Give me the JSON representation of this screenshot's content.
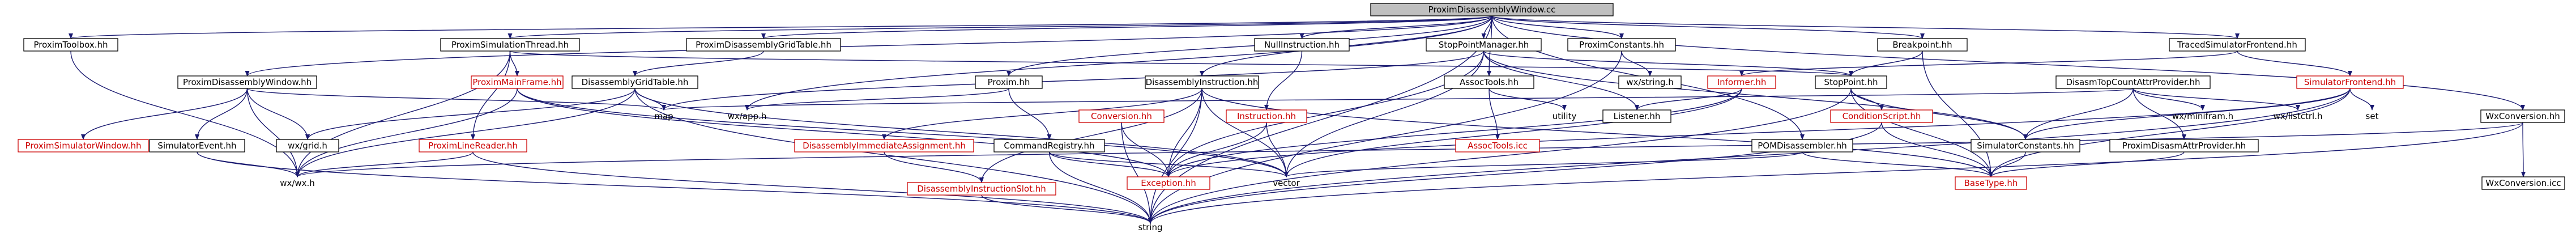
{
  "diagram": {
    "type": "include-dependency-graph",
    "root": "ProximDisassemblyWindow.cc",
    "colors": {
      "edge": "#191970",
      "root_fill": "#bfbfbf",
      "node_fill": "#ffffff",
      "node_border": "#000000",
      "missing_file_border": "#cc0000",
      "missing_file_text": "#cc0000"
    },
    "nodes": [
      {
        "id": "root",
        "label": "ProximDisassemblyWindow.cc",
        "root": true
      },
      {
        "id": "pt",
        "label": "ProximToolbox.hh"
      },
      {
        "id": "pdw",
        "label": "ProximDisassemblyWindow.hh"
      },
      {
        "id": "pst",
        "label": "ProximSimulationThread.hh"
      },
      {
        "id": "pdgt",
        "label": "ProximDisassemblyGridTable.hh"
      },
      {
        "id": "ni",
        "label": "NullInstruction.hh"
      },
      {
        "id": "spm",
        "label": "StopPointManager.hh"
      },
      {
        "id": "pc",
        "label": "ProximConstants.hh"
      },
      {
        "id": "bp",
        "label": "Breakpoint.hh"
      },
      {
        "id": "tsf",
        "label": "TracedSimulatorFrontend.hh"
      },
      {
        "id": "psw",
        "label": "ProximSimulatorWindow.hh",
        "missing": true
      },
      {
        "id": "se",
        "label": "SimulatorEvent.hh"
      },
      {
        "id": "pmf",
        "label": "ProximMainFrame.hh",
        "missing": true
      },
      {
        "id": "plr",
        "label": "ProximLineReader.hh",
        "missing": true
      },
      {
        "id": "dgt",
        "label": "DisassemblyGridTable.hh"
      },
      {
        "id": "wxgrid",
        "label": "wx/grid.h"
      },
      {
        "id": "proxim",
        "label": "Proxim.hh"
      },
      {
        "id": "dia",
        "label": "DisassemblyImmediateAssignment.hh",
        "missing": true
      },
      {
        "id": "cr",
        "label": "CommandRegistry.hh"
      },
      {
        "id": "conv",
        "label": "Conversion.hh",
        "missing": true
      },
      {
        "id": "di",
        "label": "DisassemblyInstruction.hh"
      },
      {
        "id": "instr",
        "label": "Instruction.hh",
        "missing": true
      },
      {
        "id": "at",
        "label": "AssocTools.hh"
      },
      {
        "id": "atic",
        "label": "AssocTools.icc",
        "missing": true
      },
      {
        "id": "inf",
        "label": "Informer.hh",
        "missing": true
      },
      {
        "id": "pomd",
        "label": "POMDisassembler.hh"
      },
      {
        "id": "wxstring",
        "label": "wx/string.h"
      },
      {
        "id": "sp",
        "label": "StopPoint.hh"
      },
      {
        "id": "cs",
        "label": "ConditionScript.hh",
        "missing": true
      },
      {
        "id": "dtcap",
        "label": "DisasmTopCountAttrProvider.hh"
      },
      {
        "id": "pdap",
        "label": "ProximDisasmAttrProvider.hh"
      },
      {
        "id": "sf",
        "label": "SimulatorFrontend.hh",
        "missing": true
      },
      {
        "id": "sc",
        "label": "SimulatorConstants.hh"
      },
      {
        "id": "wxc",
        "label": "WxConversion.hh"
      },
      {
        "id": "wxcicc",
        "label": "WxConversion.icc"
      },
      {
        "id": "map",
        "label": "map",
        "plain": true
      },
      {
        "id": "wxapp",
        "label": "wx/app.h",
        "plain": true
      },
      {
        "id": "utility",
        "label": "utility",
        "plain": true
      },
      {
        "id": "listener",
        "label": "Listener.hh"
      },
      {
        "id": "wxminifram",
        "label": "wx/minifram.h",
        "plain": true
      },
      {
        "id": "wxlistctrl",
        "label": "wx/listctrl.h",
        "plain": true
      },
      {
        "id": "set",
        "label": "set",
        "plain": true
      },
      {
        "id": "dig",
        "label": "DisassemblyInstructionSlot.hh",
        "missing": true
      },
      {
        "id": "wxwx",
        "label": "wx/wx.h",
        "plain": true
      },
      {
        "id": "exc",
        "label": "Exception.hh",
        "missing": true
      },
      {
        "id": "vector",
        "label": "vector",
        "plain": true
      },
      {
        "id": "basetype",
        "label": "BaseType.hh",
        "missing": true
      },
      {
        "id": "string",
        "label": "string",
        "plain": true
      }
    ],
    "edges": [
      [
        "root",
        "pt"
      ],
      [
        "root",
        "pdw"
      ],
      [
        "root",
        "pst"
      ],
      [
        "root",
        "pdgt"
      ],
      [
        "root",
        "ni"
      ],
      [
        "root",
        "spm"
      ],
      [
        "root",
        "pc"
      ],
      [
        "root",
        "bp"
      ],
      [
        "root",
        "tsf"
      ],
      [
        "root",
        "proxim"
      ],
      [
        "root",
        "di"
      ],
      [
        "root",
        "at"
      ],
      [
        "root",
        "pomd"
      ],
      [
        "root",
        "wxc"
      ],
      [
        "root",
        "string"
      ],
      [
        "root",
        "wxapp"
      ],
      [
        "pt",
        "wxwx"
      ],
      [
        "pdw",
        "psw"
      ],
      [
        "pdw",
        "se"
      ],
      [
        "pdw",
        "wxgrid"
      ],
      [
        "pdw",
        "map"
      ],
      [
        "pdw",
        "wxwx"
      ],
      [
        "pst",
        "pmf"
      ],
      [
        "pst",
        "plr"
      ],
      [
        "pst",
        "wxwx"
      ],
      [
        "pst",
        "sp"
      ],
      [
        "pdgt",
        "dgt"
      ],
      [
        "pmf",
        "wxwx"
      ],
      [
        "pmf",
        "exc"
      ],
      [
        "pmf",
        "vector"
      ],
      [
        "plr",
        "wxwx"
      ],
      [
        "plr",
        "string"
      ],
      [
        "dgt",
        "wxwx"
      ],
      [
        "dgt",
        "map"
      ],
      [
        "dgt",
        "wxgrid"
      ],
      [
        "dgt",
        "string"
      ],
      [
        "dgt",
        "vector"
      ],
      [
        "se",
        "wxwx"
      ],
      [
        "se",
        "string"
      ],
      [
        "ni",
        "instr"
      ],
      [
        "proxim",
        "wxapp"
      ],
      [
        "proxim",
        "cr"
      ],
      [
        "cr",
        "exc"
      ],
      [
        "cr",
        "string"
      ],
      [
        "cr",
        "vector"
      ],
      [
        "di",
        "dia"
      ],
      [
        "di",
        "dig"
      ],
      [
        "di",
        "exc"
      ],
      [
        "di",
        "vector"
      ],
      [
        "di",
        "basetype"
      ],
      [
        "di",
        "string"
      ],
      [
        "dia",
        "dig"
      ],
      [
        "dig",
        "string"
      ],
      [
        "conv",
        "exc"
      ],
      [
        "conv",
        "string"
      ],
      [
        "instr",
        "exc"
      ],
      [
        "instr",
        "vector"
      ],
      [
        "spm",
        "sp"
      ],
      [
        "spm",
        "listener"
      ],
      [
        "spm",
        "map"
      ],
      [
        "spm",
        "vector"
      ],
      [
        "spm",
        "exc"
      ],
      [
        "spm",
        "sc"
      ],
      [
        "at",
        "atic"
      ],
      [
        "at",
        "utility"
      ],
      [
        "inf",
        "listener"
      ],
      [
        "inf",
        "exc"
      ],
      [
        "inf",
        "vector"
      ],
      [
        "pc",
        "wxstring"
      ],
      [
        "pc",
        "string"
      ],
      [
        "bp",
        "sp"
      ],
      [
        "bp",
        "basetype"
      ],
      [
        "sp",
        "cs"
      ],
      [
        "sp",
        "basetype"
      ],
      [
        "sp",
        "sc"
      ],
      [
        "sp",
        "string"
      ],
      [
        "cs",
        "basetype"
      ],
      [
        "cs",
        "string"
      ],
      [
        "tsf",
        "sf"
      ],
      [
        "tsf",
        "inf"
      ],
      [
        "sf",
        "sc"
      ],
      [
        "sf",
        "basetype"
      ],
      [
        "sf",
        "set"
      ],
      [
        "sf",
        "exc"
      ],
      [
        "sf",
        "string"
      ],
      [
        "dtcap",
        "pdap"
      ],
      [
        "dtcap",
        "wxminifram"
      ],
      [
        "dtcap",
        "wxlistctrl"
      ],
      [
        "dtcap",
        "sc"
      ],
      [
        "dtcap",
        "map"
      ],
      [
        "pdap",
        "basetype"
      ],
      [
        "pomd",
        "basetype"
      ],
      [
        "pomd",
        "vector"
      ],
      [
        "sc",
        "basetype"
      ],
      [
        "wxc",
        "wxcicc"
      ],
      [
        "wxc",
        "string"
      ],
      [
        "wxc",
        "wxwx"
      ]
    ]
  }
}
